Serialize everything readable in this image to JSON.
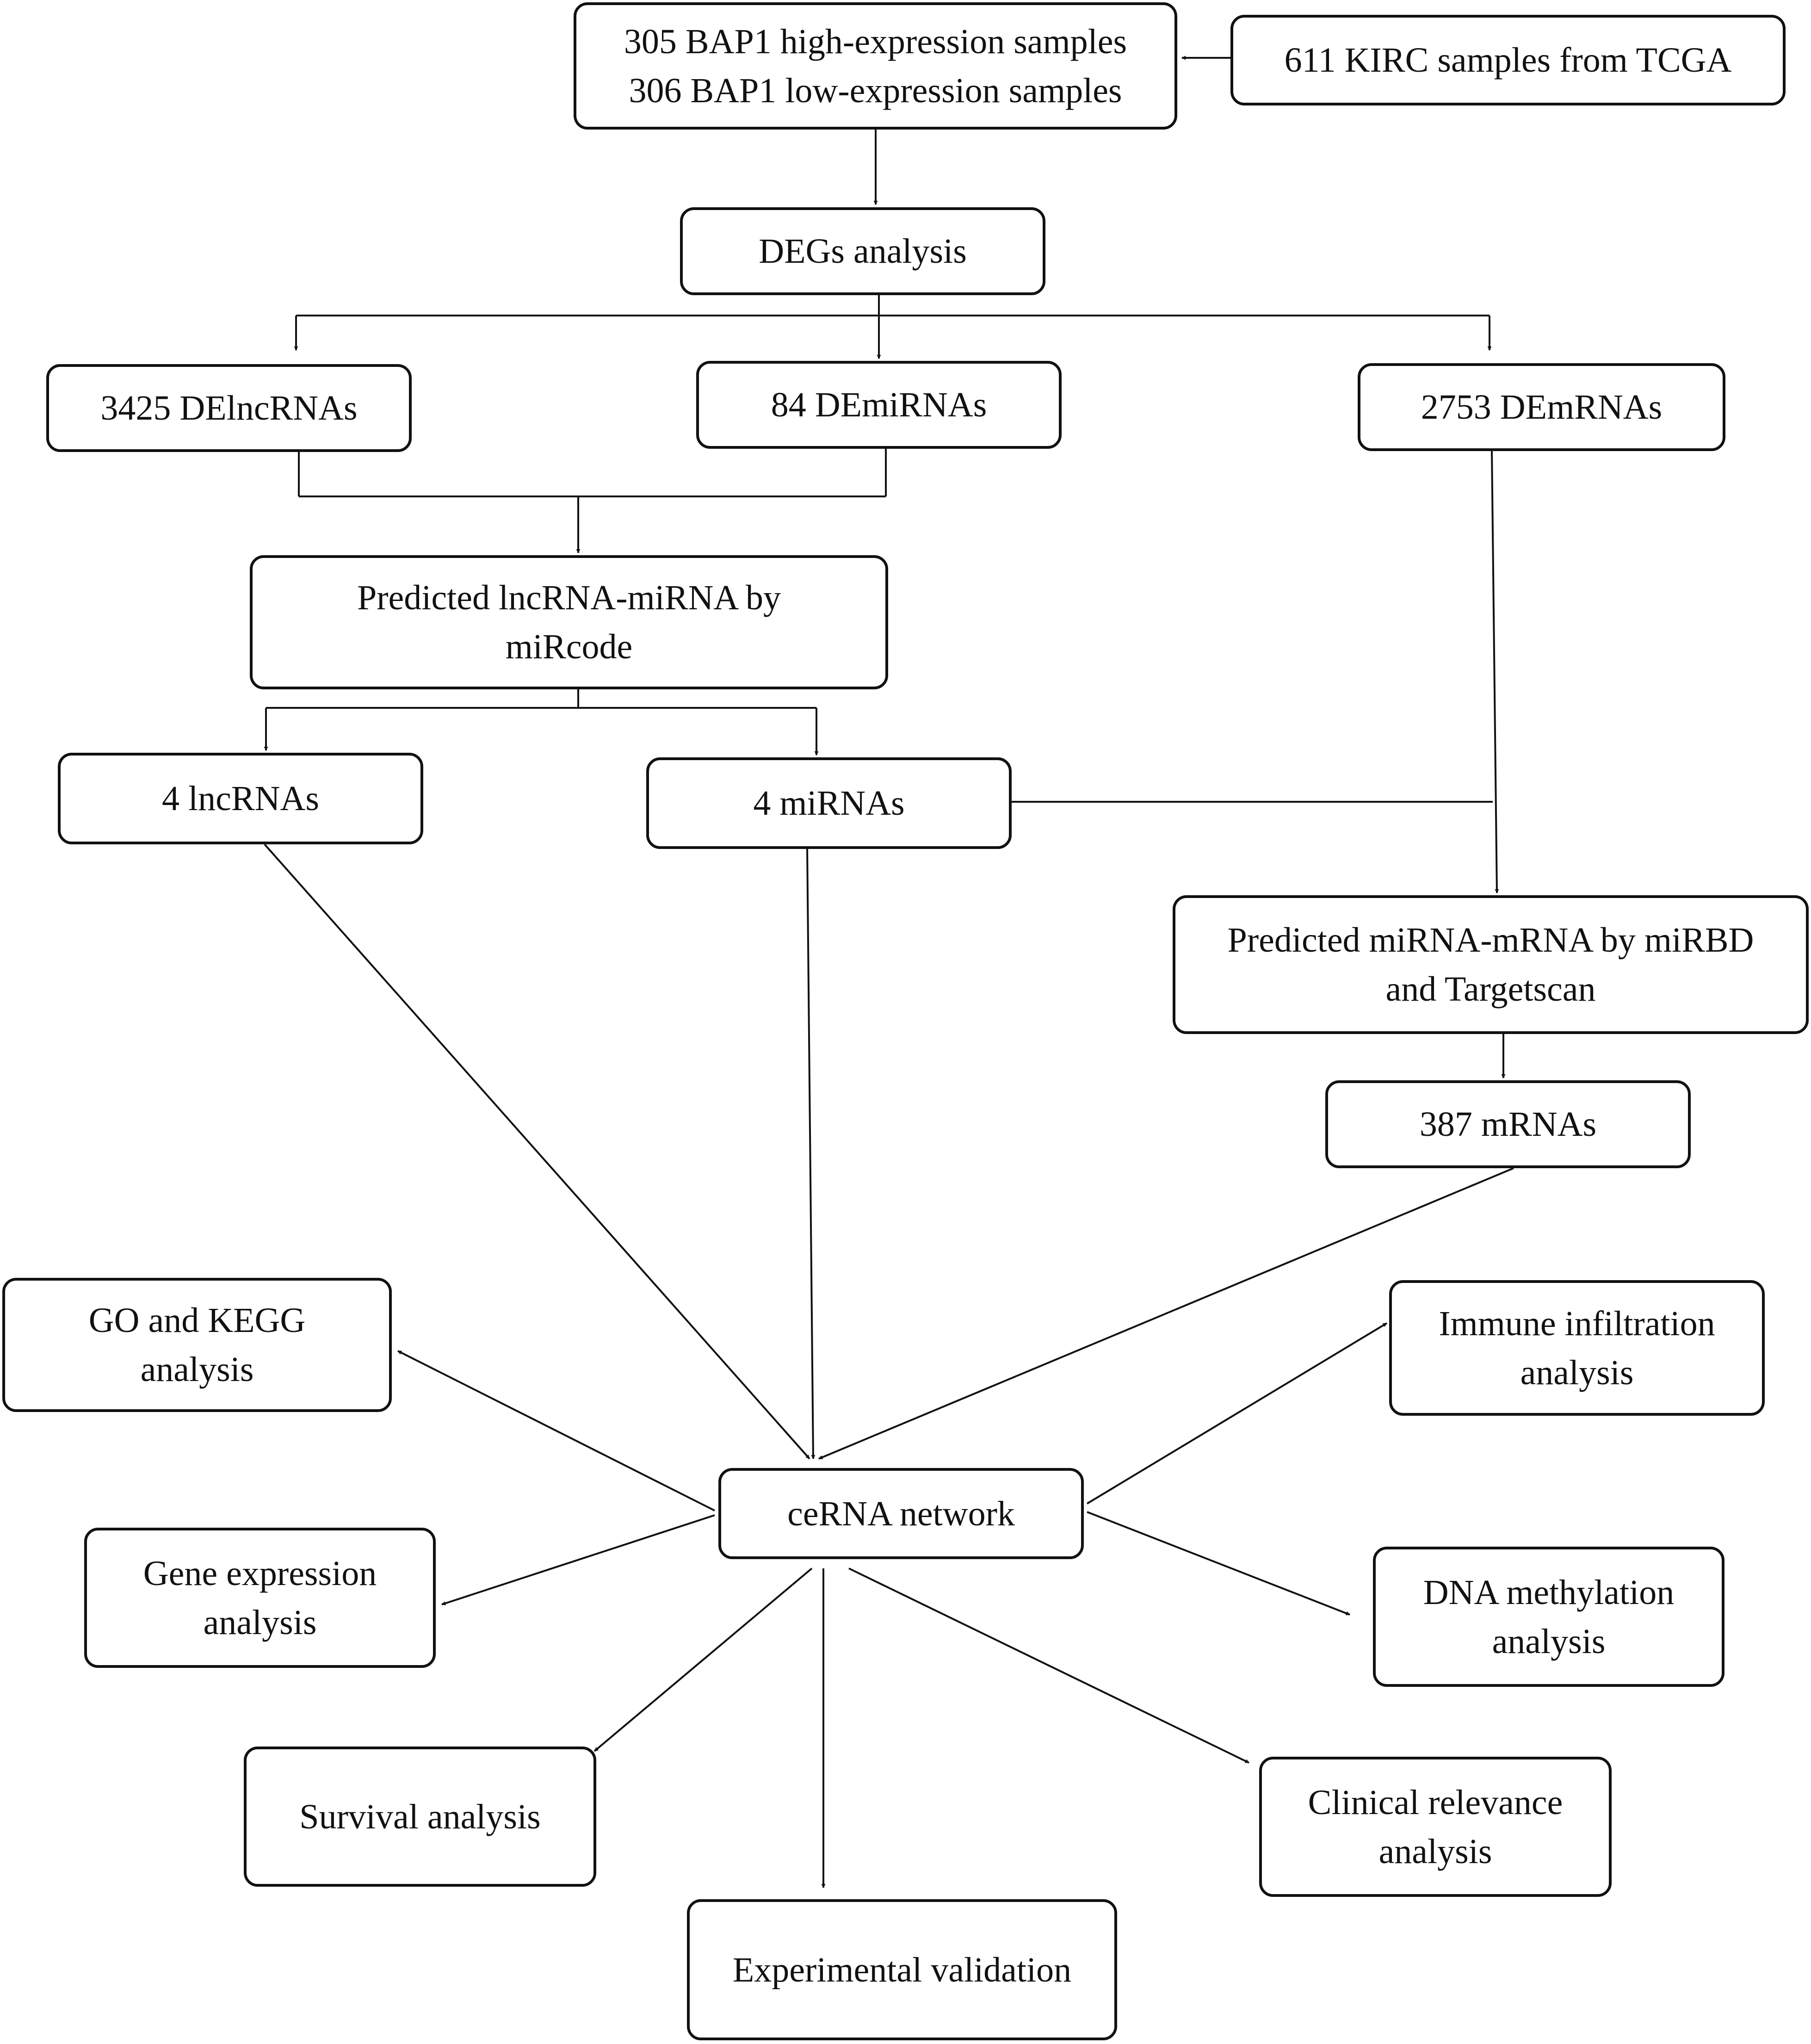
{
  "nodes": {
    "samples_split": [
      "305 BAP1 high-expression samples",
      "306 BAP1 low-expression samples"
    ],
    "tcga": [
      "611 KIRC samples from TCGA"
    ],
    "degs": [
      "DEGs analysis"
    ],
    "delnc": [
      "3425 DElncRNAs"
    ],
    "demi": [
      "84 DEmiRNAs"
    ],
    "dem": [
      "2753 DEmRNAs"
    ],
    "pred_lnc": [
      "Predicted lncRNA-miRNA by",
      "miRcode"
    ],
    "lnc4": [
      "4 lncRNAs"
    ],
    "mi4": [
      "4 miRNAs"
    ],
    "pred_mi": [
      "Predicted miRNA-mRNA by miRBD",
      "and Targetscan"
    ],
    "m387": [
      "387 mRNAs"
    ],
    "go": [
      "GO and KEGG",
      "analysis"
    ],
    "cerna": [
      "ceRNA network"
    ],
    "immune": [
      "Immune infiltration",
      "analysis"
    ],
    "gene_expr": [
      "Gene expression",
      "analysis"
    ],
    "dna": [
      "DNA methylation",
      "analysis"
    ],
    "survival": [
      "Survival analysis"
    ],
    "clinical": [
      "Clinical relevance",
      "analysis"
    ],
    "exp_val": [
      "Experimental validation"
    ]
  },
  "colors": {
    "stroke": "#111111",
    "background": "#ffffff"
  }
}
